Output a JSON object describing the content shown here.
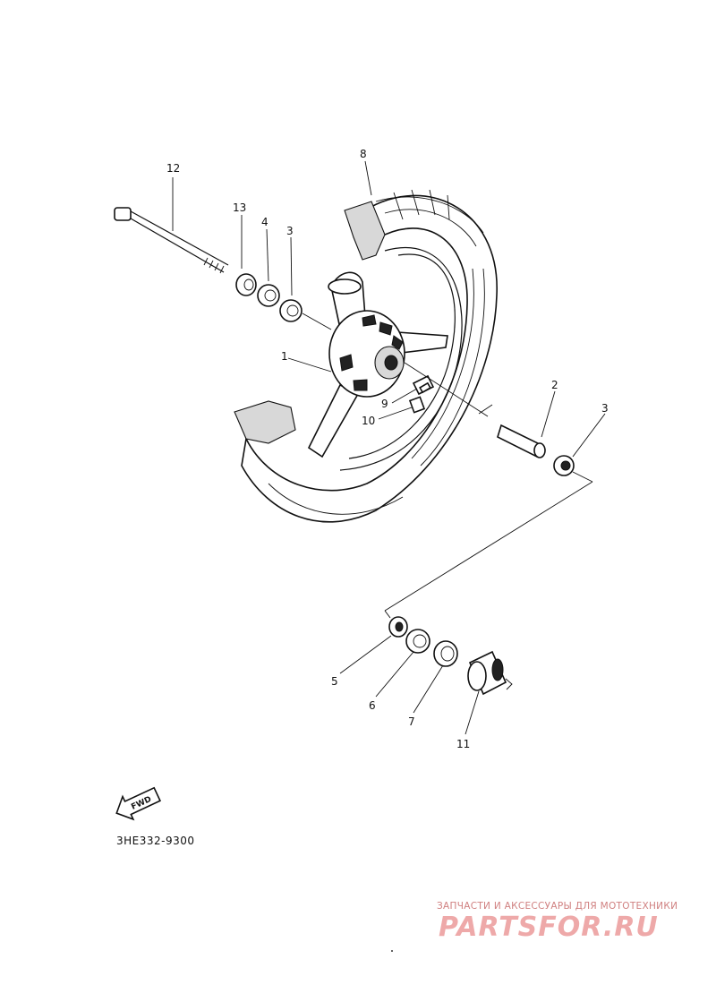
{
  "diagram": {
    "callouts": {
      "c1": "1",
      "c2": "2",
      "c3a": "3",
      "c3b": "3",
      "c4": "4",
      "c5": "5",
      "c6": "6",
      "c7": "7",
      "c8": "8",
      "c9": "9",
      "c10": "10",
      "c11": "11",
      "c12": "12",
      "c13": "13"
    },
    "fwd_label": "FWD",
    "drawing_code": "3HE332-9300"
  },
  "watermark": {
    "tagline": "ЗАПЧАСТИ И АКСЕССУАРЫ ДЛЯ МОТОТЕХНИКИ",
    "logo": "PARTSFOR.RU"
  },
  "colors": {
    "line": "#111111",
    "watermark": "#eea9a9"
  }
}
